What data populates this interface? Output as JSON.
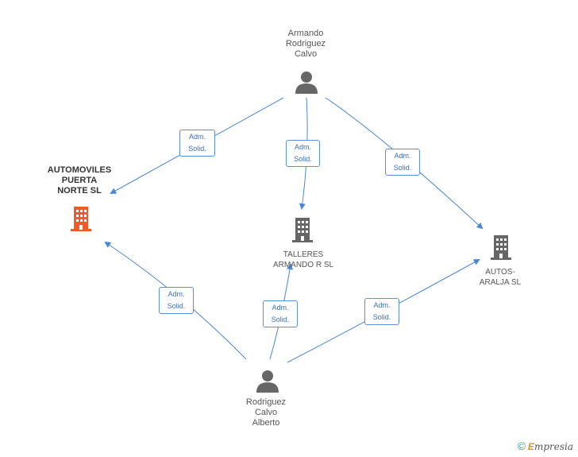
{
  "nodes": {
    "person_top": {
      "name": "Armando\nRodriguez\nCalvo"
    },
    "person_bottom": {
      "name": "Rodriguez\nCalvo\nAlberto"
    },
    "company_main": {
      "name": "AUTOMOVILES\nPUERTA\nNORTE SL"
    },
    "company_talleres": {
      "name": "TALLERES\nARMANDO R SL"
    },
    "company_autos": {
      "name": "AUTOS-\nARALJA SL"
    }
  },
  "relations": [
    {
      "line1": "Adm.",
      "line2": "Solid."
    },
    {
      "line1": "Adm.",
      "line2": "Solid."
    },
    {
      "line1": "Adm.",
      "line2": "Solid."
    },
    {
      "line1": "Adm.",
      "line2": "Solid."
    },
    {
      "line1": "Adm.",
      "line2": "Solid."
    },
    {
      "line1": "Adm.",
      "line2": "Solid."
    }
  ],
  "colors": {
    "edge": "#4a86d8",
    "person_icon": "#666666",
    "company_icon": "#666666",
    "company_main_icon": "#f05a28"
  },
  "footer": {
    "copyright": "©",
    "brand_first": "E",
    "brand_rest": "mpresia"
  }
}
